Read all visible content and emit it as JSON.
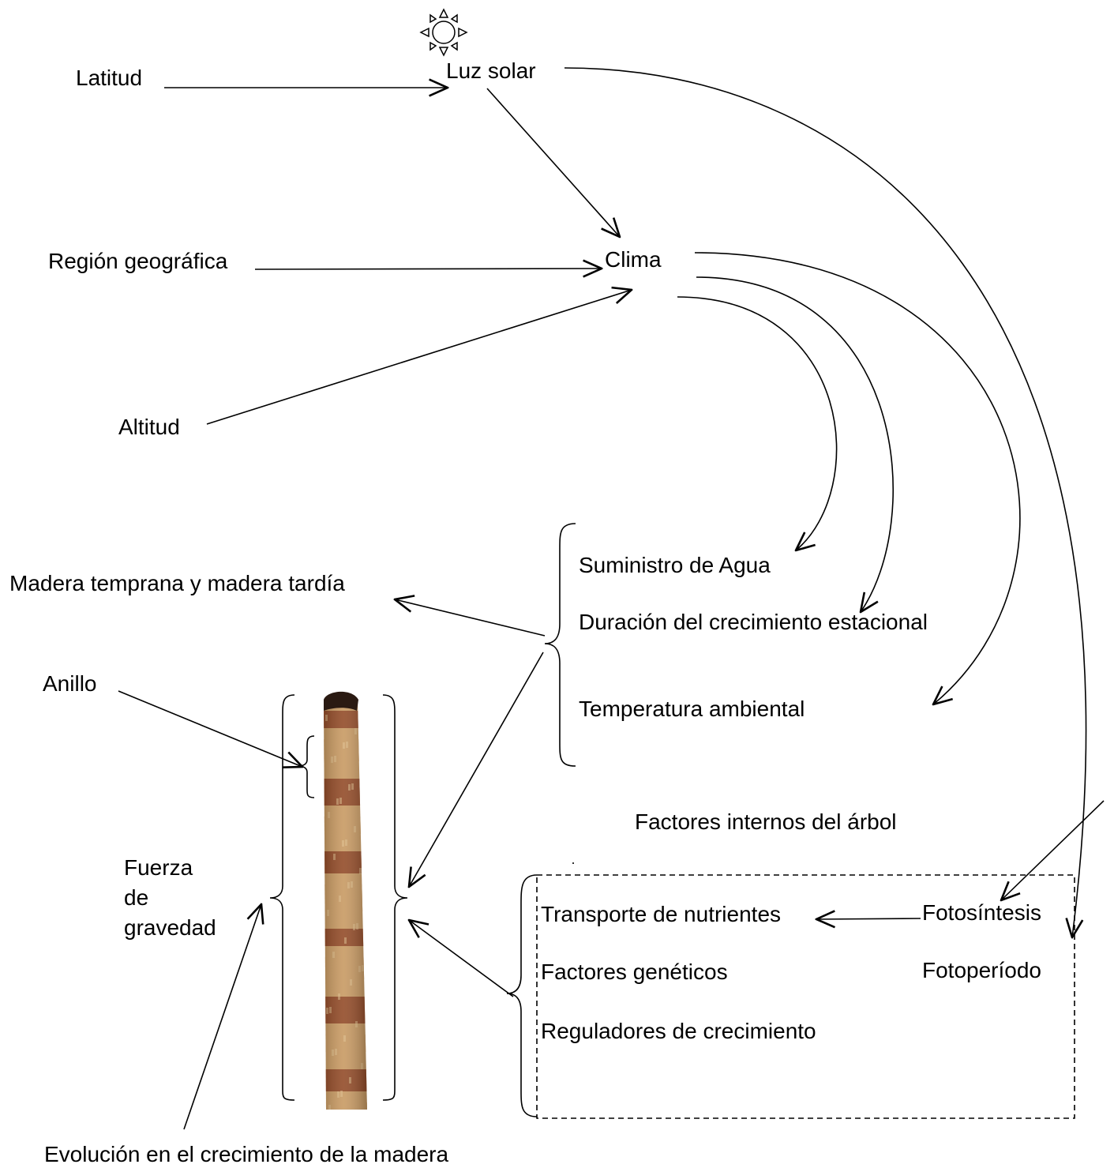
{
  "labels": {
    "latitude": "Latitud",
    "sunlight": "Luz solar",
    "region": "Región geográfica",
    "climate": "Clima",
    "altitude": "Altitud",
    "earlywood": "Madera temprana y madera tardía",
    "water": "Suministro de Agua",
    "season": "Duración del crecimiento estacional",
    "temperature": "Temperatura ambiental",
    "ring": "Anillo",
    "internal_factors": "Factores internos del árbol",
    "gravity": "Fuerza\nde\ngravedad",
    "nutrients": "Transporte de nutrientes",
    "photosynthesis": "Fotosíntesis",
    "genetic": "Factores genéticos",
    "photoperiod": "Fotoperíodo",
    "regulators": "Reguladores de crecimiento",
    "evolution": "Evolución en el crecimiento de la madera"
  },
  "icons": {
    "sun": "sun-icon",
    "wood_core": "wood-core-sample-image"
  },
  "colors": {
    "ink": "#000000",
    "wood_light": "#c89a63",
    "wood_dark": "#8a3e1e"
  }
}
